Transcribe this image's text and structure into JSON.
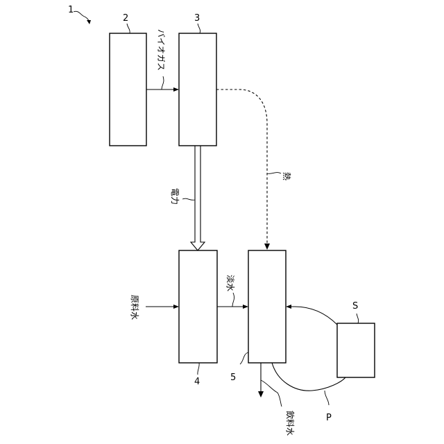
{
  "figure": {
    "ref_system": "1",
    "ref_2": "2",
    "ref_3": "3",
    "ref_4": "4",
    "ref_5": "5",
    "ref_S": "S",
    "ref_P": "P"
  },
  "labels": {
    "biogas": "バイオガス",
    "power": "電力",
    "heat": "熱",
    "raw_water": "原料水",
    "fresh_water": "淡水",
    "drinking_water": "飲料水"
  }
}
